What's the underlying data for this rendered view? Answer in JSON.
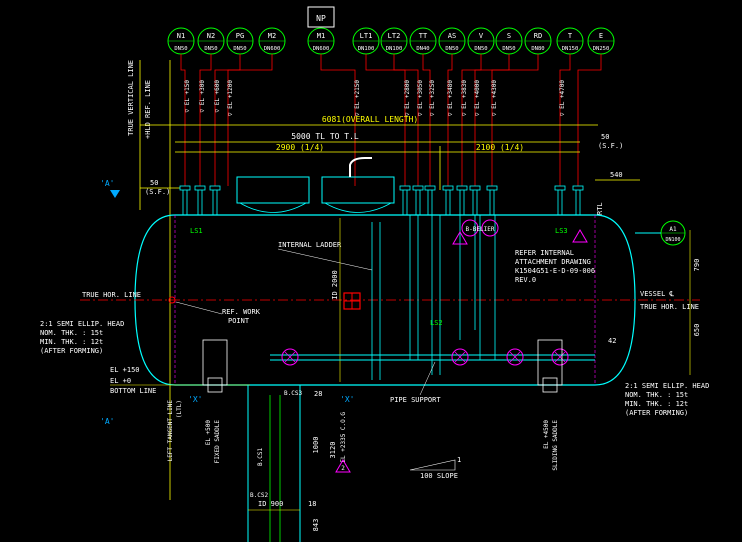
{
  "nozzles": [
    {
      "tag": "N1",
      "size": "DN50",
      "elev": "EL +150"
    },
    {
      "tag": "N2",
      "size": "DN50",
      "elev": "EL +300"
    },
    {
      "tag": "PG",
      "size": "DN50",
      "elev": "EL +600"
    },
    {
      "tag": "M2",
      "size": "DN600",
      "elev": "EL +1200"
    },
    {
      "tag": "M1",
      "size": "DN600",
      "elev": "EL +2150"
    },
    {
      "tag": "LT1",
      "size": "DN100",
      "elev": "EL +2800"
    },
    {
      "tag": "LT2",
      "size": "DN100",
      "elev": "EL +3050"
    },
    {
      "tag": "TT",
      "size": "DN40",
      "elev": "EL +3250"
    },
    {
      "tag": "AS",
      "size": "DN50",
      "elev": "EL +3480"
    },
    {
      "tag": "V",
      "size": "DN50",
      "elev": "EL +3830"
    },
    {
      "tag": "S",
      "size": "DN50",
      "elev": "EL +4000"
    },
    {
      "tag": "RD",
      "size": "DN80",
      "elev": "EL +4300"
    },
    {
      "tag": "T",
      "size": "DN150",
      "elev": "EL +4700"
    },
    {
      "tag": "E",
      "size": "DN250",
      "elev": ""
    }
  ],
  "labels": {
    "np": "NP",
    "true_vertical_line": "TRUE VERTICAL LINE",
    "ref_line": "+HLD REF. LINE",
    "overall_length": "6081(OVERALL LENGTH)",
    "tl_to_tl": "5000 TL TO T.L",
    "dim_2900": "2900 (1/4)",
    "dim_2100": "2100 (1/4)",
    "dim_50_sf_left": "50",
    "sf_left": "(S.F.)",
    "dim_50_sf_right": "50",
    "sf_right": "(S.F.)",
    "dim_540": "540",
    "section_a_top": "'A'",
    "section_a_bottom": "'A'",
    "true_hor_line_left": "TRUE HOR. LINE",
    "true_hor_line_right": "TRUE HOR. LINE",
    "vessel_cl": "VESSEL ℄",
    "internal_ladder": "INTERNAL LADDER",
    "id_2000": "ID 2000",
    "ref_work_point_1": "REF. WORK",
    "ref_work_point_2": "POINT",
    "refer_internal_1": "REFER INTERNAL",
    "refer_internal_2": "ATTACHMENT DRAWING",
    "refer_internal_3": "K1504G51-E-D-09-006",
    "refer_internal_4": "REV.0",
    "head_left_1": "2:1 SEMI ELLIP. HEAD",
    "head_left_2": "NOM. THK. : 15t",
    "head_left_3": "MIN. THK. : 12t",
    "head_left_4": "(AFTER FORMING)",
    "head_right_1": "2:1 SEMI ELLIP. HEAD",
    "head_right_2": "NOM. THK. : 15t",
    "head_right_3": "MIN. THK. : 12t",
    "head_right_4": "(AFTER FORMING)",
    "el_150": "EL +150",
    "el_0": "EL +0",
    "bottom_line": "BOTTOM LINE",
    "pipe_support": "PIPE SUPPORT",
    "left_tangent_1": "LEFT TANGENT LINE",
    "left_tangent_2": "(LTL)",
    "fixed_saddle_el": "EL +500",
    "fixed_saddle": "FIXED SADDLE",
    "sliding_saddle_el": "EL +4500",
    "sliding_saddle": "SLIDING SADDLE",
    "el_2335": "EL +2335 C.O.G",
    "slope": "100 SLOPE",
    "slope_num": "1",
    "x_left": "'X'",
    "x_right": "'X'",
    "bcs1": "B.CS1",
    "bcs2": "B.CS2",
    "bcs3": "B.CS3",
    "ls1": "LS1",
    "ls2": "LS2",
    "ls3": "LS3",
    "id_900": "ID 900",
    "dim_28": "28",
    "dim_18": "18",
    "dim_1000": "1000",
    "dim_3120": "3120",
    "dim_843": "843",
    "dim_790": "790",
    "dim_650": "650",
    "dim_42": "42",
    "a1_tag": "A1",
    "a1_size": "DN100",
    "ltl_right": "RTL",
    "tag_b": "B-BELIER",
    "rev_mark": "2"
  },
  "colors": {
    "shell": "#00ffff",
    "dim": "#ffff00",
    "nozzle_line": "#ff0000",
    "bubble": "#00ff00",
    "text": "#ffffff",
    "magenta": "#ff00ff"
  }
}
